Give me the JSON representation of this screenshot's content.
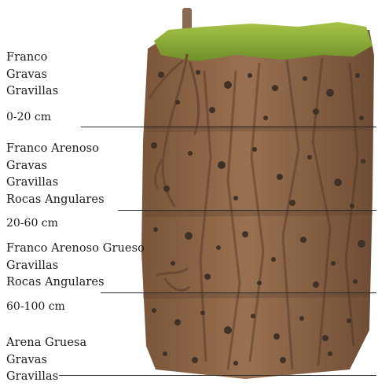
{
  "horizons": [
    {
      "texture": "Franco",
      "components": [
        "Gravas",
        "Gravillas"
      ]
    },
    {
      "texture": "Franco Arenoso",
      "components": [
        "Gravas",
        "Gravillas",
        "Rocas Angulares"
      ]
    },
    {
      "texture": "Franco Arenoso Grueso",
      "components": [
        "Gravillas",
        "Rocas Angulares"
      ]
    },
    {
      "texture": "Arena Gruesa",
      "components": [
        "Gravas",
        "Gravillas"
      ]
    }
  ],
  "depths": [
    "0-20 cm",
    "20-60 cm",
    "60-100 cm"
  ],
  "colors": {
    "soil": "#8a6445",
    "soil_dark": "#5e4130",
    "grass": "#8fb03a",
    "stone": "#3f3128",
    "root": "#6b4a35",
    "rule": "#2a2a2a"
  },
  "icons": {
    "soil_block": "soil-cross-section",
    "root": "root-icon",
    "trunk": "tree-trunk-icon"
  }
}
